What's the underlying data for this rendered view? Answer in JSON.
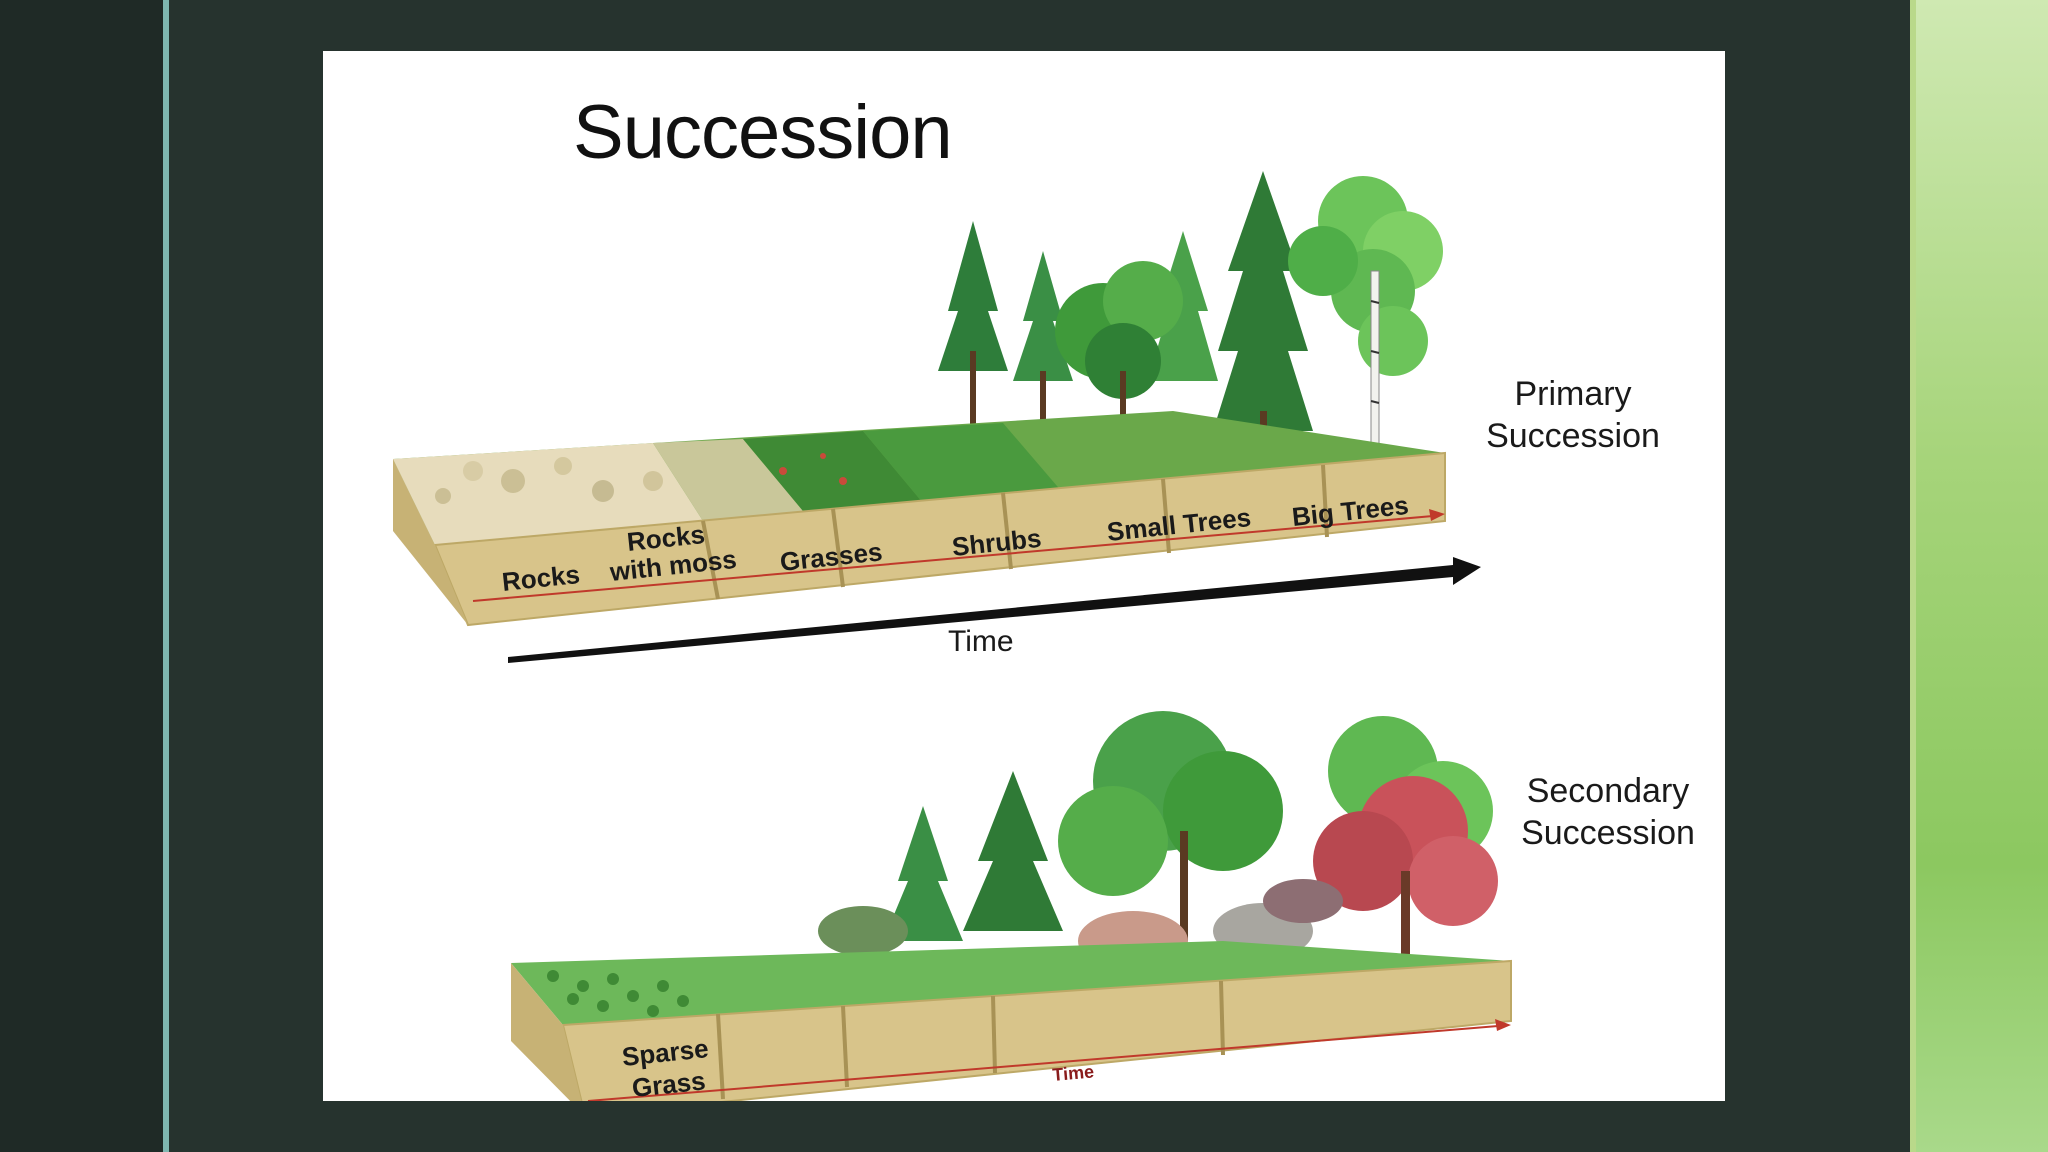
{
  "slide": {
    "title": "Succession"
  },
  "primary": {
    "label_line1": "Primary",
    "label_line2": "Succession",
    "stages": [
      "Rocks",
      "Rocks",
      "with moss",
      "Grasses",
      "Shrubs",
      "Small Trees",
      "Big Trees"
    ],
    "time_label": "Time"
  },
  "secondary": {
    "label_line1": "Secondary",
    "label_line2": "Succession",
    "stage1_line1": "Sparse",
    "stage1_line2": "Grass",
    "time_label": "Time"
  },
  "colors": {
    "soil": "#d8c48a",
    "soil_dark": "#bda866",
    "leaf": "#3f9a3a",
    "leaf_light": "#6cc45a",
    "leaf_dark": "#1f6b2a",
    "red_tree": "#c9525a"
  }
}
